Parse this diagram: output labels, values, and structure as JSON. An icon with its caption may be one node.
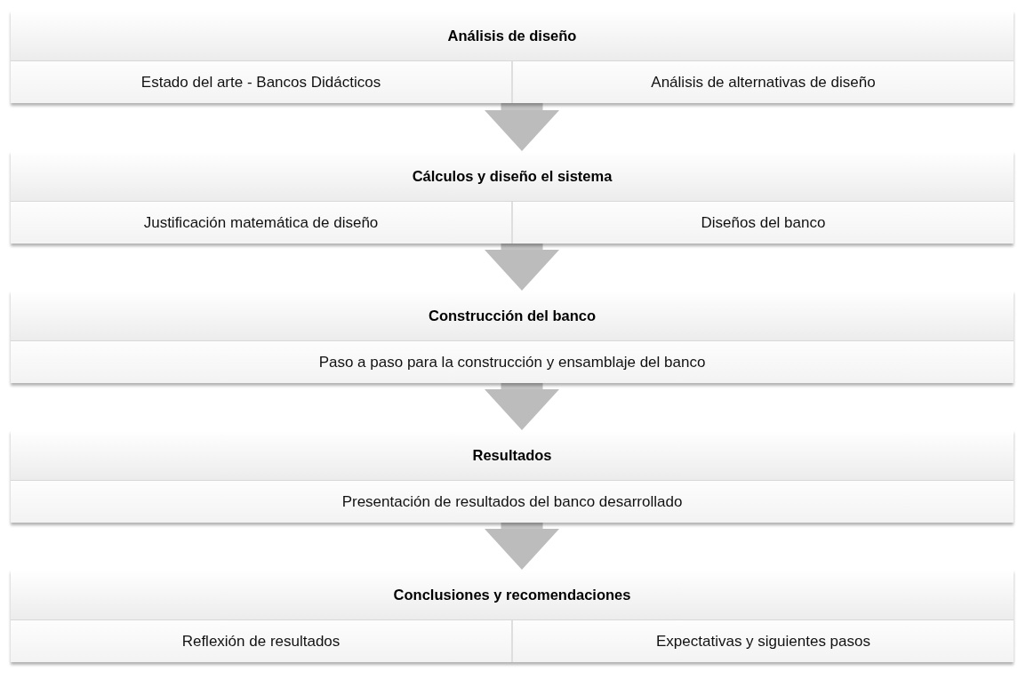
{
  "diagram": {
    "nodes": [
      {
        "text": [
          "Análisis de diseño"
        ]
      },
      {
        "text": [
          "Estado del arte - Bancos Didácticos"
        ],
        "in": 0
      },
      {
        "text": [
          "Análisis de alternativas de diseño"
        ],
        "in": 0
      },
      {
        "text": [
          "Cálculos y diseño el sistema"
        ]
      },
      {
        "text": [
          "Justificación matemática de diseño"
        ],
        "in": 3
      },
      {
        "text": [
          "Diseños del banco"
        ],
        "in": 3
      },
      {
        "text": [
          "Construcción del banco"
        ]
      },
      {
        "text": [
          "Paso a paso para la construcción y ensamblaje del banco"
        ],
        "in": 6
      },
      {
        "text": [
          "Resultados"
        ]
      },
      {
        "text": [
          "Presentación de resultados del banco desarrollado"
        ],
        "in": 8
      },
      {
        "text": [
          "Conclusiones y recomendaciones"
        ]
      },
      {
        "text": [
          "Reflexión de resultados"
        ],
        "in": 10
      },
      {
        "text": [
          "Expectativas y siguientes pasos"
        ],
        "in": 10
      }
    ],
    "edges": [
      {
        "from": 0,
        "to": 3,
        "arrow": "to"
      },
      {
        "from": 3,
        "to": 6,
        "arrow": "to"
      },
      {
        "from": 6,
        "to": 8,
        "arrow": "to"
      },
      {
        "from": 8,
        "to": 10,
        "arrow": "to"
      }
    ]
  }
}
